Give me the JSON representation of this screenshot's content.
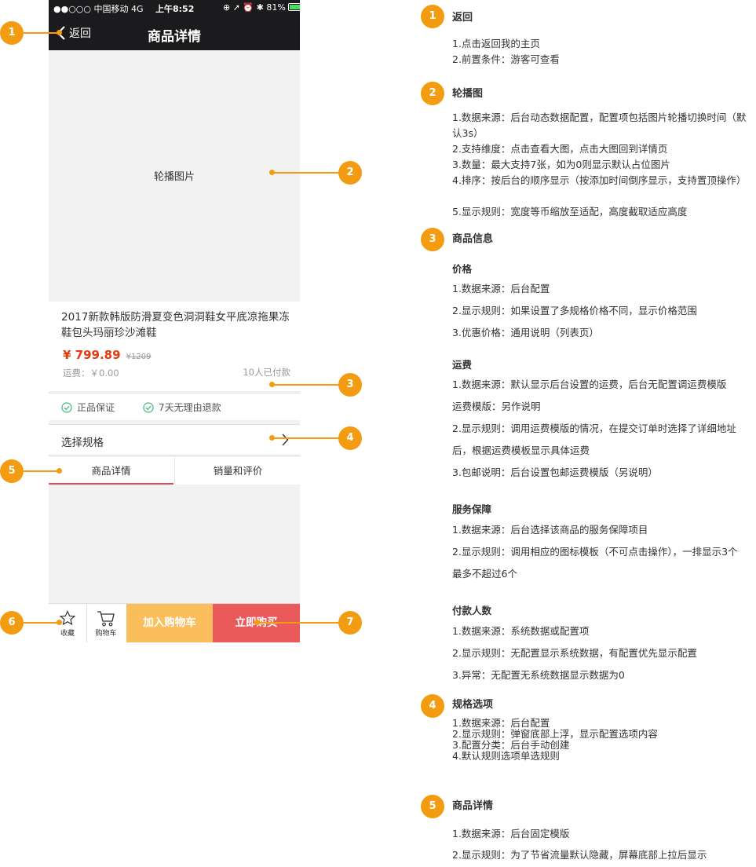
{
  "phone": {
    "status_bar": {
      "left": "●●○○○ 中国移动  4G",
      "time": "上午8:52",
      "right": "⊕ ➚ ⏰ ✱ 81%",
      "bolt": "ϟ"
    },
    "nav": {
      "back_label": "返回",
      "title": "商品详情"
    },
    "carousel": {
      "label": "轮播图片"
    },
    "product": {
      "title": "2017新款韩版防滑夏变色洞洞鞋女平底凉拖果冻鞋包头玛丽珍沙滩鞋",
      "price": "¥ 799.89",
      "old_price": "¥1209",
      "shipping": "运费：￥0.00",
      "paid_count": "10人已付款"
    },
    "services": [
      "正品保证",
      "7天无理由退款"
    ],
    "spec": {
      "label": "选择规格"
    },
    "tabs": [
      "商品详情",
      "销量和评价"
    ],
    "bottom_bar": {
      "fav": "收藏",
      "cart": "购物车",
      "add_cart": "加入购物车",
      "buy_now": "立即购买"
    }
  },
  "colors": {
    "accent": "#f39c11",
    "nav_bg": "#1b1b1d",
    "price": "#e8380d",
    "add_cart": "#fbbe5c",
    "buy_now": "#ea5a5a",
    "tab_underline": "#e64a55"
  },
  "callouts": [
    "1",
    "2",
    "3",
    "4",
    "5",
    "6",
    "7"
  ],
  "annotations": {
    "s1": {
      "num": "1",
      "title": "返回",
      "lines": [
        "1.点击返回我的主页",
        "2.前置条件：游客可查看"
      ]
    },
    "s2": {
      "num": "2",
      "title": "轮播图",
      "lines": [
        "1.数据来源：后台动态数据配置，配置项包括图片轮播切换时间（默认3s）",
        "2.支持维度：点击查看大图，点击大图回到详情页",
        "3.数量：最大支持7张，如为0则显示默认占位图片",
        "4.排序：按后台的顺序显示（按添加时间倒序显示，支持置顶操作）",
        "5.显示规则：宽度等币缩放至适配，高度截取适应高度"
      ]
    },
    "s3": {
      "num": "3",
      "title": "商品信息",
      "price": {
        "title": "价格",
        "lines": [
          "1.数据来源：后台配置",
          "2.显示规则：如果设置了多规格价格不同，显示价格范围",
          "3.优惠价格：通用说明（列表页）"
        ]
      },
      "freight": {
        "title": "运费",
        "lines": [
          "1.数据来源：默认显示后台设置的运费，后台无配置调运费模版",
          "运费模版：另作说明",
          "2.显示规则：调用运费模版的情况，在提交订单时选择了详细地址",
          "后，根据运费模板显示具体运费",
          "3.包邮说明：后台设置包邮运费模版（另说明）"
        ]
      },
      "service": {
        "title": "服务保障",
        "lines": [
          "1.数据来源：后台选择该商品的服务保障项目",
          "2.显示规则：调用相应的图标模板（不可点击操作），一排显示3个",
          "最多不超过6个"
        ]
      },
      "paid": {
        "title": "付款人数",
        "lines": [
          "1.数据来源：系统数据或配置项",
          "2.显示规则：无配置显示系统数据，有配置优先显示配置",
          "3.异常：无配置无系统数据显示数据为0"
        ]
      }
    },
    "s4": {
      "num": "4",
      "title": "规格选项",
      "lines": [
        "1.数据来源：后台配置",
        "2.显示规则：弹窗底部上浮，显示配置选项内容",
        "3.配置分类：后台手动创建",
        "4.默认规则选项单选规则"
      ]
    },
    "s5": {
      "num": "5",
      "title": "商品详情",
      "lines": [
        "1.数据来源：后台固定模版",
        "2.显示规则：为了节省流量默认隐藏，屏幕底部上拉后显示"
      ]
    }
  }
}
